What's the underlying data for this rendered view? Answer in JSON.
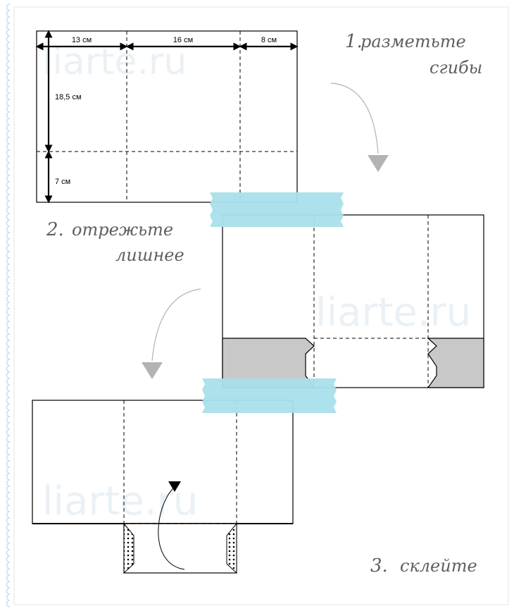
{
  "watermark": "liarte.ru",
  "step1": {
    "number": "1.",
    "line1": "разметьте",
    "line2": "сгибы"
  },
  "step2": {
    "number": "2.",
    "line1": "отрежьте",
    "line2": "лишнее"
  },
  "step3": {
    "number": "3.",
    "line1": "склейте"
  },
  "dimensions": {
    "width_a": "13 см",
    "width_b": "16 см",
    "width_c": "8 см",
    "height_a": "18,5 см",
    "height_b": "7 см"
  },
  "colors": {
    "tape": "#a9dfea",
    "gray_fill": "#c8c8c8",
    "border_scallop": "#bfe4ec",
    "arrow_gray": "#b3b3b3"
  }
}
